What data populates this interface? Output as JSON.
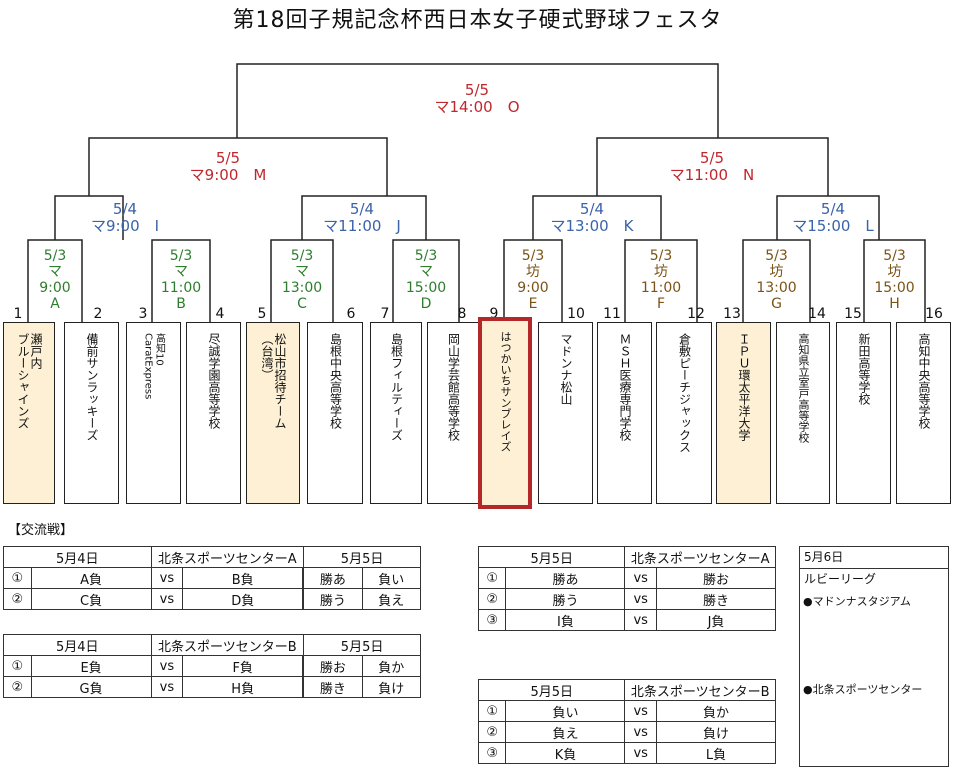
{
  "title": "第18回子規記念杯西日本女子硬式野球フェスタ",
  "final": {
    "date": "5/5",
    "venue": "マ14:00　O"
  },
  "semis": [
    {
      "date": "5/5",
      "venue": "マ9:00　M"
    },
    {
      "date": "5/5",
      "venue": "マ11:00　N"
    }
  ],
  "quarters": [
    {
      "date": "5/4",
      "venue": "マ9:00　I"
    },
    {
      "date": "5/4",
      "venue": "マ11:00　J"
    },
    {
      "date": "5/4",
      "venue": "マ13:00　K"
    },
    {
      "date": "5/4",
      "venue": "マ15:00　L"
    }
  ],
  "round1": [
    {
      "date": "5/3",
      "venue": "マ",
      "time": "9:00",
      "code": "A"
    },
    {
      "date": "5/3",
      "venue": "マ",
      "time": "11:00",
      "code": "B"
    },
    {
      "date": "5/3",
      "venue": "マ",
      "time": "13:00",
      "code": "C"
    },
    {
      "date": "5/3",
      "venue": "マ",
      "time": "15:00",
      "code": "D"
    },
    {
      "date": "5/3",
      "venue": "坊",
      "time": "9:00",
      "code": "E"
    },
    {
      "date": "5/3",
      "venue": "坊",
      "time": "11:00",
      "code": "F"
    },
    {
      "date": "5/3",
      "venue": "坊",
      "time": "13:00",
      "code": "G"
    },
    {
      "date": "5/3",
      "venue": "坊",
      "time": "15:00",
      "code": "H"
    }
  ],
  "teams": [
    {
      "num": "1",
      "name": "瀬戸内\nブルーシャインズ"
    },
    {
      "num": "2",
      "name": "備前サンラッキーズ"
    },
    {
      "num": "3",
      "name": "高知10\nCaratExpress"
    },
    {
      "num": "4",
      "name": "尽誠学園高等学校"
    },
    {
      "num": "5",
      "name": "松山市招待チーム\n（台湾）"
    },
    {
      "num": "6",
      "name": "島根中央高等学校"
    },
    {
      "num": "7",
      "name": "島根フィルティーズ"
    },
    {
      "num": "8",
      "name": "岡山学芸館高等学校"
    },
    {
      "num": "9",
      "name": "はつかいちサンブレイズ"
    },
    {
      "num": "10",
      "name": "マドンナ松山"
    },
    {
      "num": "11",
      "name": "ＭＳＨ医療専門学校"
    },
    {
      "num": "12",
      "name": "倉敷ピーチジャックス"
    },
    {
      "num": "13",
      "name": "ＩＰＵ環太平洋大学"
    },
    {
      "num": "14",
      "name": "高知県立室戸高等学校"
    },
    {
      "num": "15",
      "name": "新田高等学校"
    },
    {
      "num": "16",
      "name": "高知中央高等学校"
    }
  ],
  "exchange_title": "【交流戦】",
  "tableA": {
    "header": [
      "5月4日",
      "北条スポーツセンターA",
      "5月5日"
    ],
    "rows": [
      [
        "①",
        "A負",
        "vs",
        "B負",
        "勝あ",
        "負い"
      ],
      [
        "②",
        "C負",
        "vs",
        "D負",
        "勝う",
        "負え"
      ]
    ]
  },
  "tableB": {
    "header": [
      "5月4日",
      "北条スポーツセンターB",
      "5月5日"
    ],
    "rows": [
      [
        "①",
        "E負",
        "vs",
        "F負",
        "勝お",
        "負か"
      ],
      [
        "②",
        "G負",
        "vs",
        "H負",
        "勝き",
        "負け"
      ]
    ]
  },
  "tableC": {
    "header": [
      "5月5日",
      "北条スポーツセンターA"
    ],
    "rows": [
      [
        "①",
        "勝あ",
        "vs",
        "勝お"
      ],
      [
        "②",
        "勝う",
        "vs",
        "勝き"
      ],
      [
        "③",
        "I負",
        "vs",
        "J負"
      ]
    ]
  },
  "tableD": {
    "header": [
      "5月5日",
      "北条スポーツセンターB"
    ],
    "rows": [
      [
        "①",
        "負い",
        "vs",
        "負か"
      ],
      [
        "②",
        "負え",
        "vs",
        "負け"
      ],
      [
        "③",
        "K負",
        "vs",
        "L負"
      ]
    ]
  },
  "may6": {
    "date": "5月6日",
    "league": "ルビーリーグ",
    "venue1": "●マドンナスタジアム",
    "venue2": "●北条スポーツセンター"
  }
}
